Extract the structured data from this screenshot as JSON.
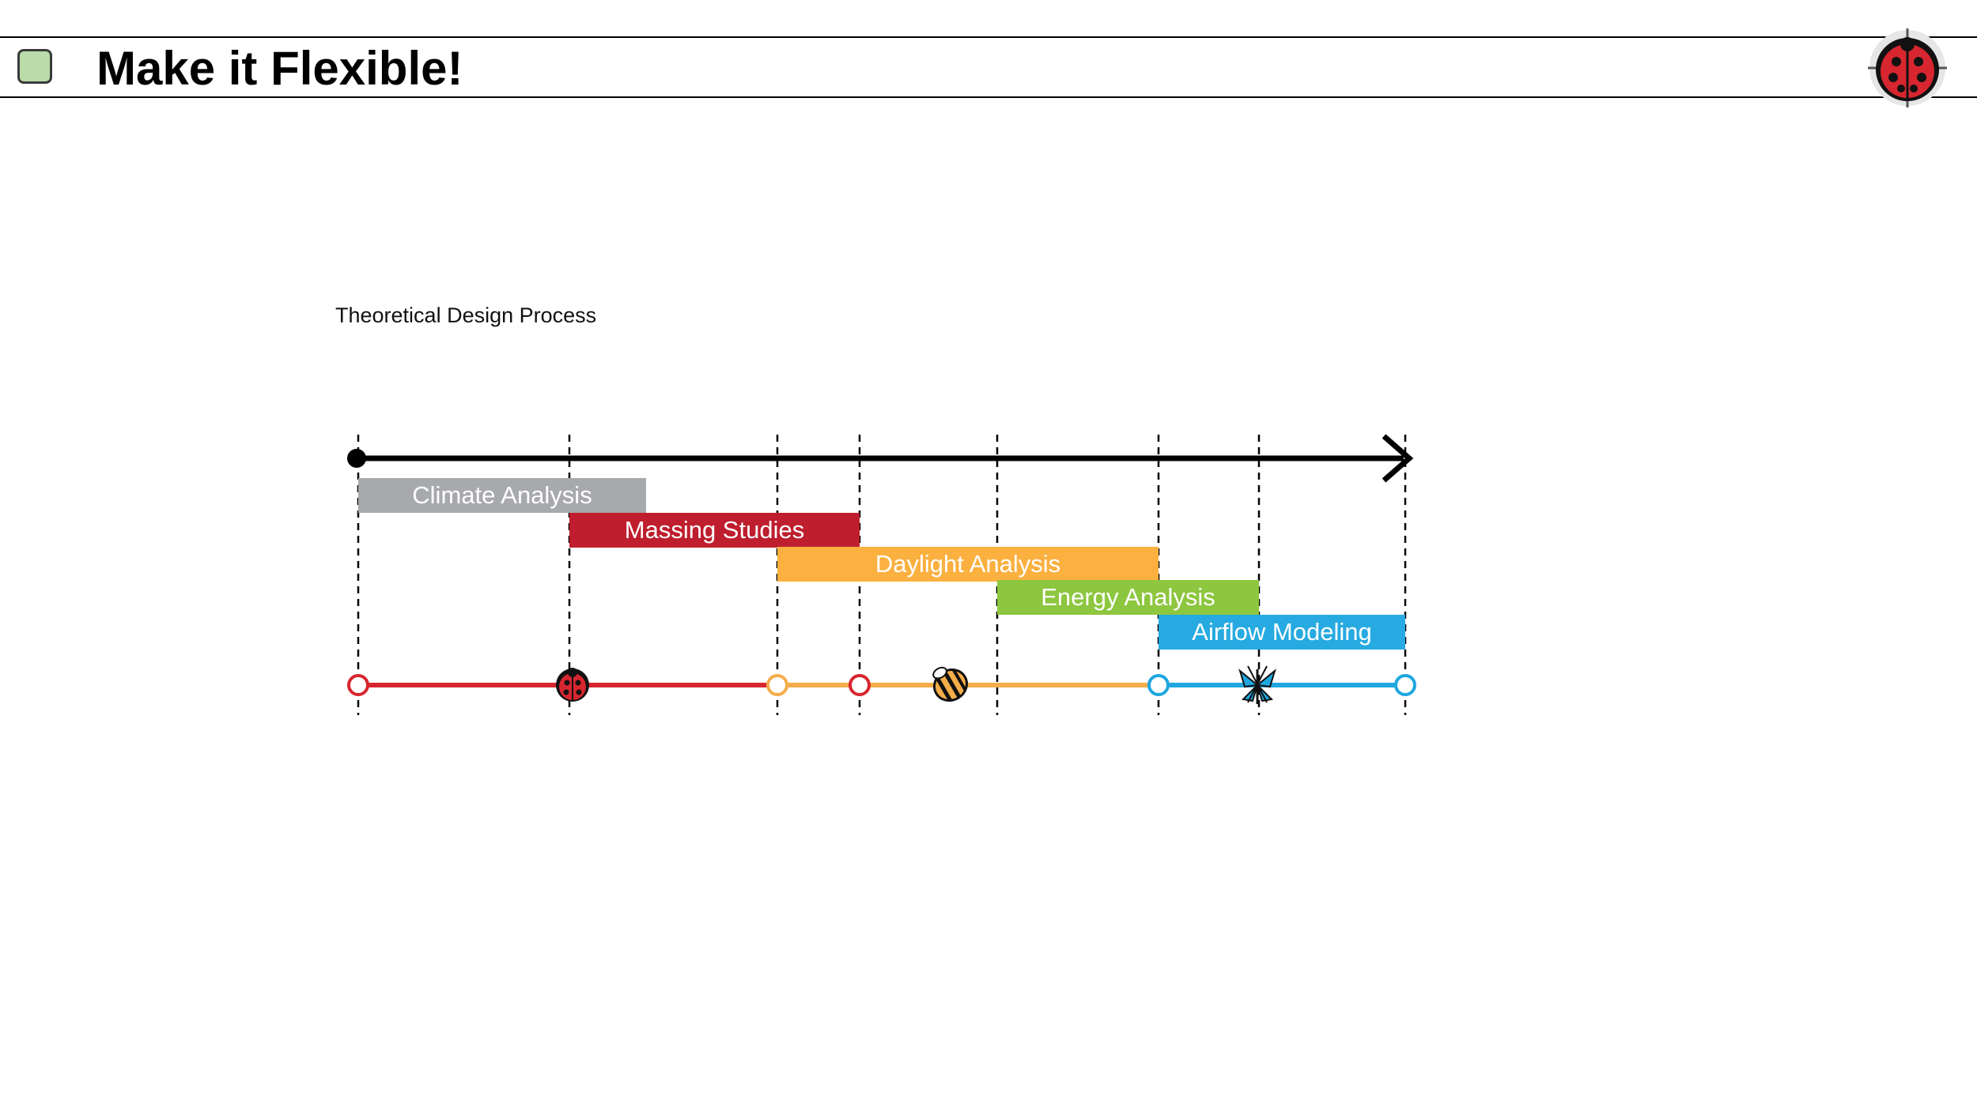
{
  "header": {
    "title": "Make it Flexible!",
    "badge_color": "#b9dcaa",
    "logo_icon": "ladybug-logo-icon"
  },
  "diagram": {
    "subtitle": "Theoretical Design Process",
    "phases": [
      {
        "label": "Climate Analysis",
        "color": "#a7a9ac"
      },
      {
        "label": "Massing Studies",
        "color": "#be1e2d"
      },
      {
        "label": "Daylight Analysis",
        "color": "#fbb040"
      },
      {
        "label": "Energy Analysis",
        "color": "#8dc63f"
      },
      {
        "label": "Airflow Modeling",
        "color": "#27aae1"
      }
    ],
    "tool_icons": [
      "ladybug-icon",
      "honeybee-icon",
      "butterfly-icon"
    ],
    "track_colors": {
      "red": "#d7262f",
      "orange": "#f4ad49",
      "blue": "#1ea7df"
    }
  }
}
